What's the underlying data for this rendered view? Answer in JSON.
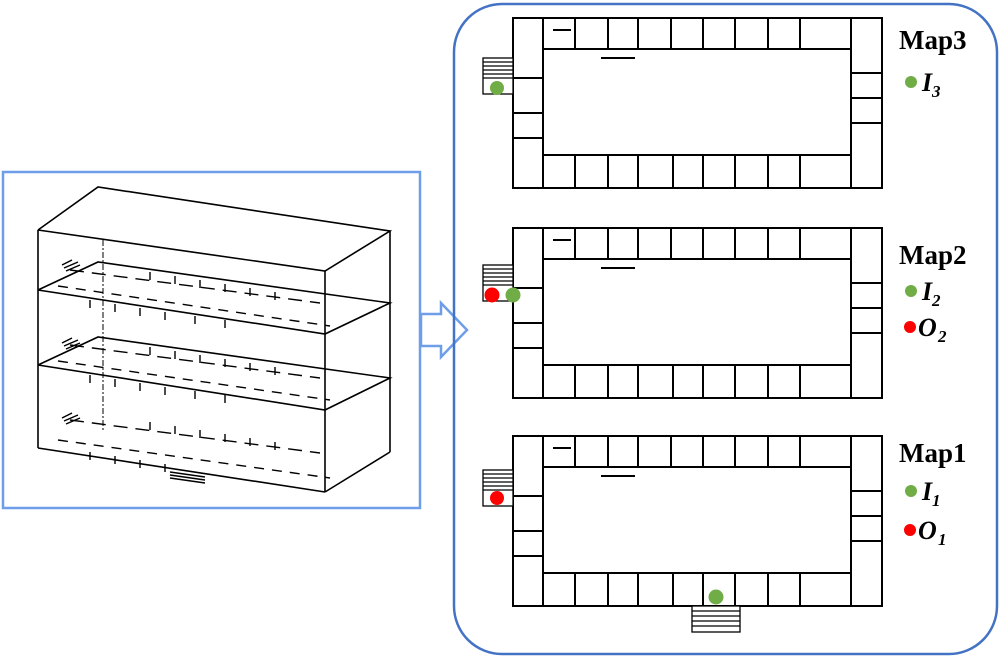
{
  "colors": {
    "frame": "#4472c4",
    "arrow": "#6f9ee8",
    "inlet": "#70ad47",
    "outlet": "#ff0000",
    "line": "#000000"
  },
  "maps": [
    {
      "title": "Map3",
      "legend": [
        {
          "kind": "inlet",
          "symbol": "I",
          "sub": "3"
        }
      ]
    },
    {
      "title": "Map2",
      "legend": [
        {
          "kind": "inlet",
          "symbol": "I",
          "sub": "2"
        },
        {
          "kind": "outlet",
          "symbol": "O",
          "sub": "2"
        }
      ]
    },
    {
      "title": "Map1",
      "legend": [
        {
          "kind": "inlet",
          "symbol": "I",
          "sub": "1"
        },
        {
          "kind": "outlet",
          "symbol": "O",
          "sub": "1"
        }
      ]
    }
  ]
}
